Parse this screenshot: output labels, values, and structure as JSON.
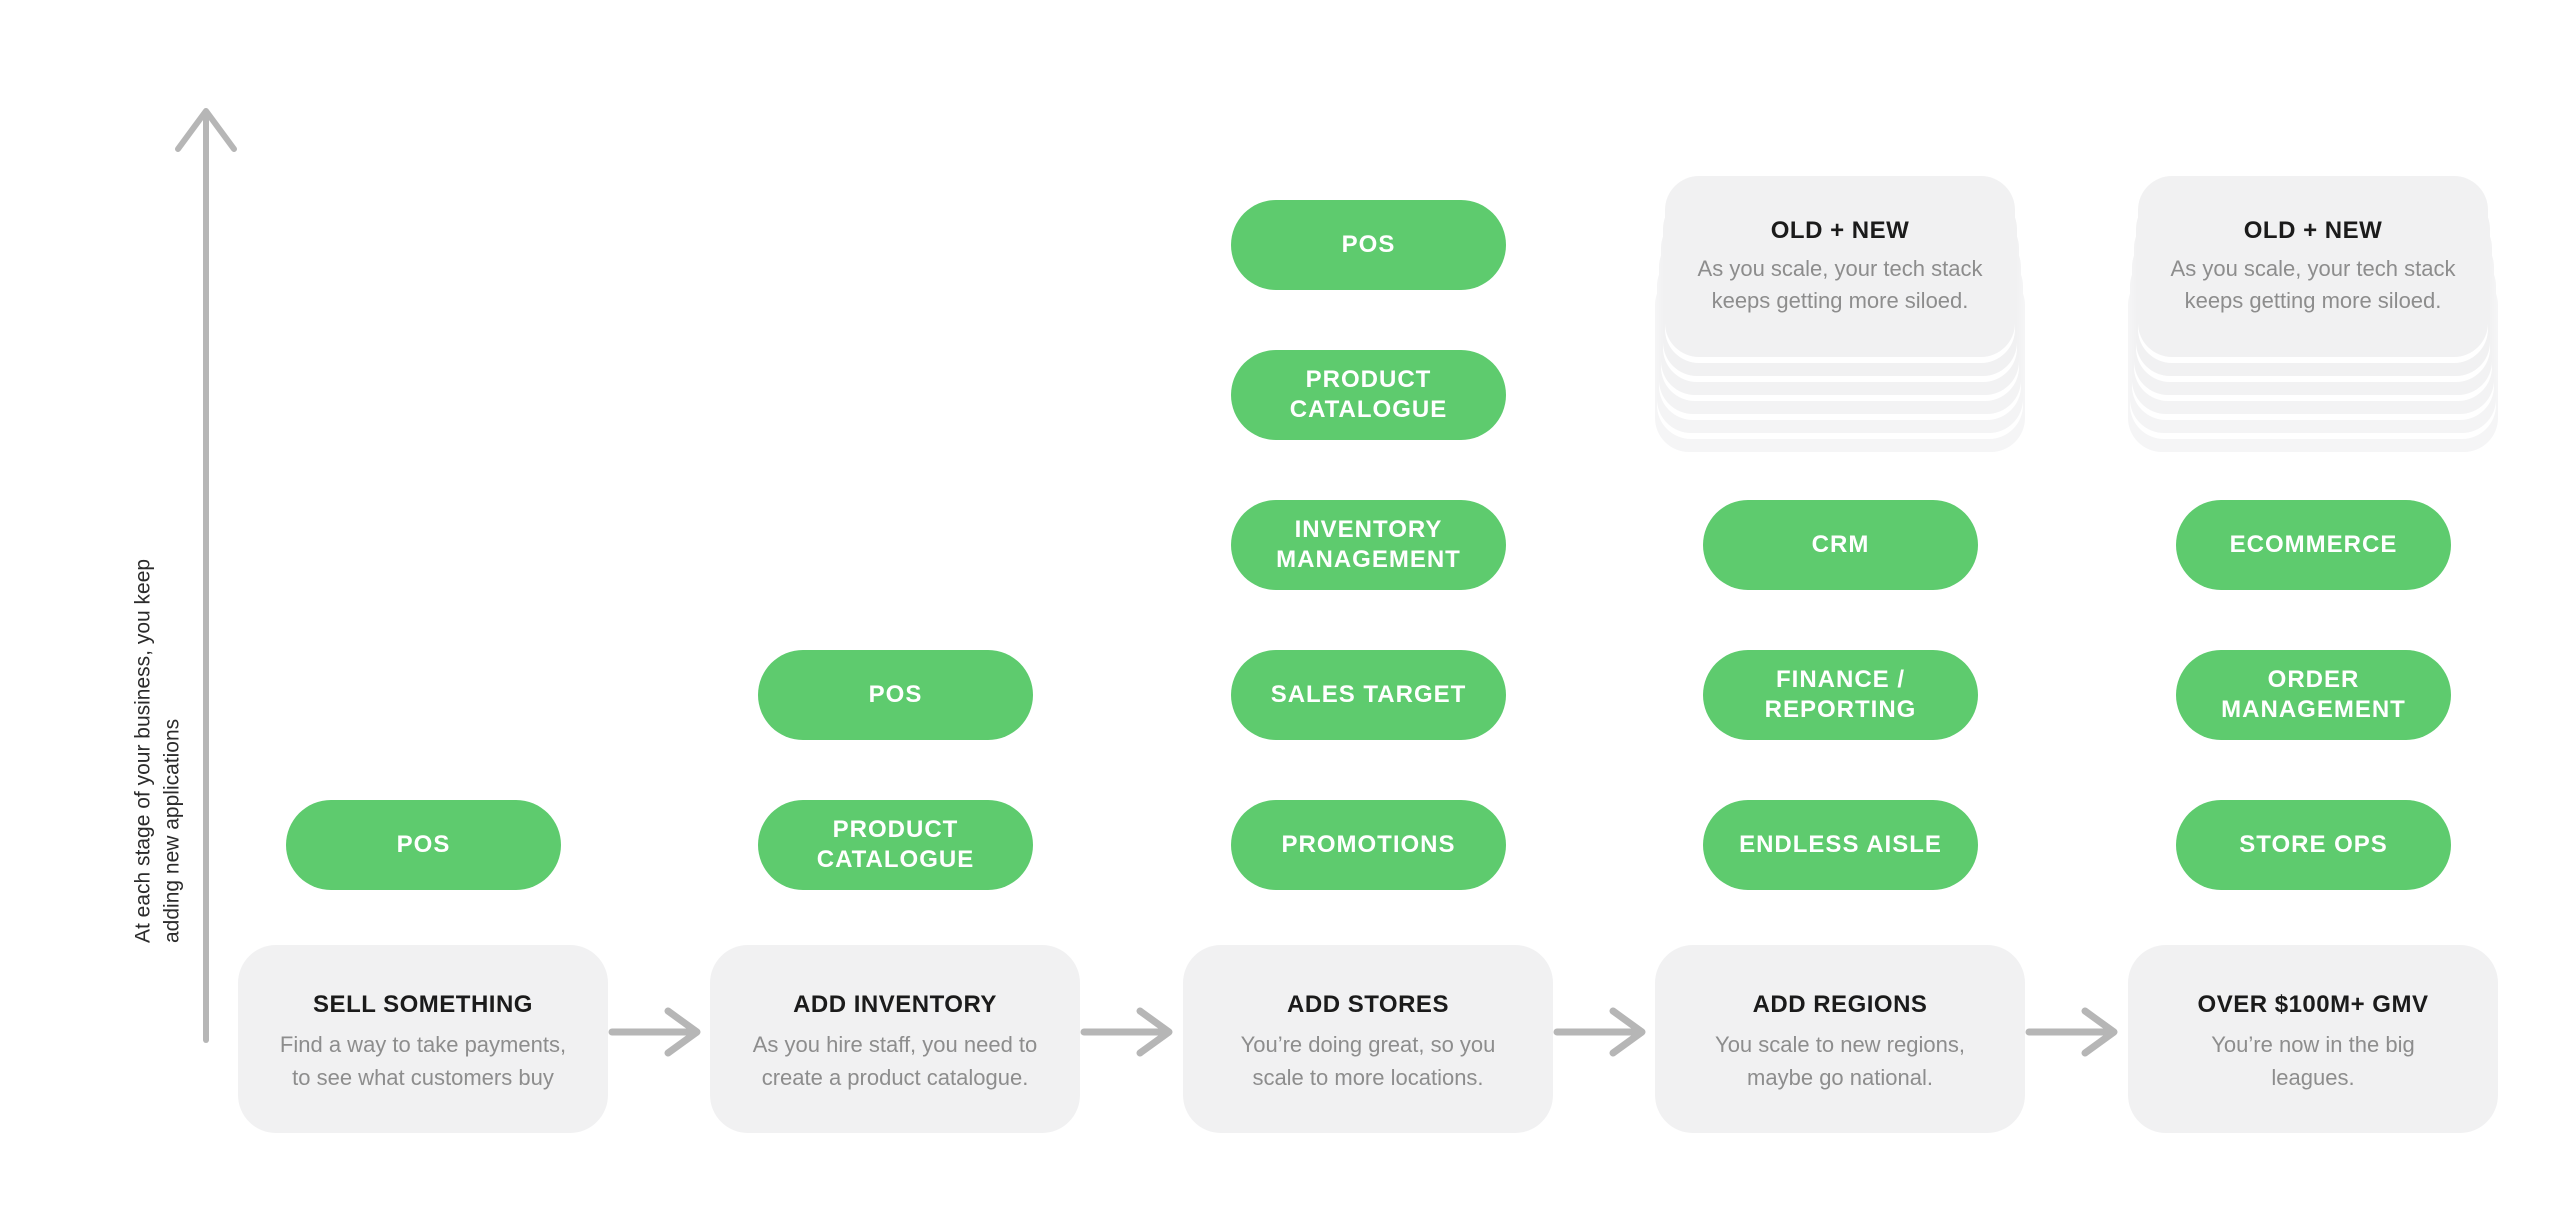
{
  "colors": {
    "accent_green": "#5ecb6e",
    "card_bg": "#f1f1f2",
    "arrow_gray": "#b6b6b6",
    "title_text": "#1b1b1b",
    "body_text": "#8d8d8d",
    "axis_text": "#2b2b2b",
    "pill_text": "#ffffff"
  },
  "axis_label": {
    "line1": "At each stage of your business, you keep",
    "line2": "adding new applications"
  },
  "stages": [
    {
      "title": "SELL SOMETHING",
      "description": "Find a way to take payments,\nto see what customers buy",
      "apps": [
        "POS"
      ]
    },
    {
      "title": "ADD INVENTORY",
      "description": "As you hire staff, you need to\ncreate a product catalogue.",
      "apps": [
        "POS",
        "PRODUCT\nCATALOGUE"
      ]
    },
    {
      "title": "ADD STORES",
      "description": "You’re doing great, so you\nscale to more locations.",
      "apps": [
        "POS",
        "PRODUCT\nCATALOGUE",
        "INVENTORY\nMANAGEMENT",
        "SALES TARGET",
        "PROMOTIONS"
      ]
    },
    {
      "title": "ADD REGIONS",
      "description": "You scale to new regions,\nmaybe go national.",
      "tech_stack_card": {
        "title": "OLD + NEW",
        "description": "As you scale, your tech stack\nkeeps getting more siloed."
      },
      "apps": [
        "CRM",
        "FINANCE /\nREPORTING",
        "ENDLESS AISLE"
      ]
    },
    {
      "title": "OVER $100M+ GMV",
      "description": "You’re now in the big\nleagues.",
      "tech_stack_card": {
        "title": "OLD + NEW",
        "description": "As you scale, your tech stack\nkeeps getting more siloed."
      },
      "apps": [
        "ECOMMERCE",
        "ORDER\nMANAGEMENT",
        "STORE OPS"
      ]
    }
  ]
}
